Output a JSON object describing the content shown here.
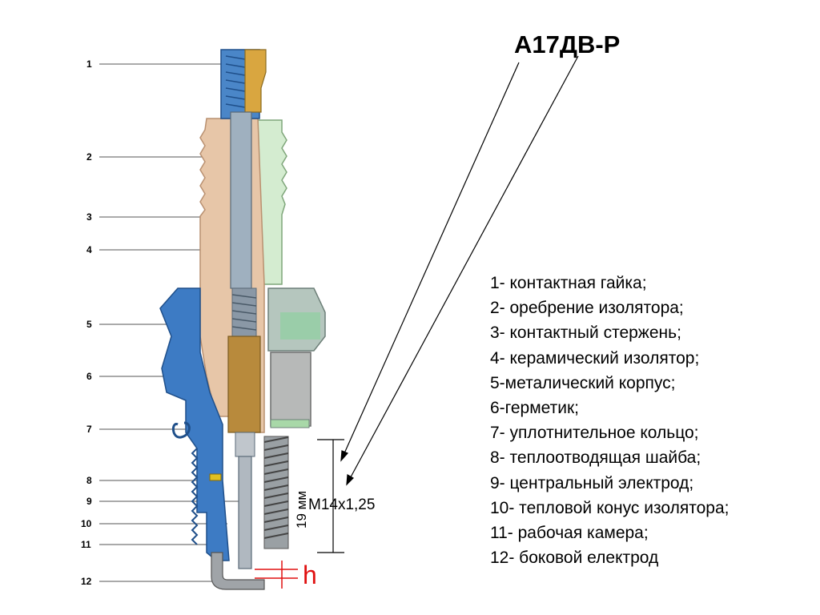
{
  "title": "А17ДВ-Р",
  "part_numbers": [
    "1",
    "2",
    "3",
    "4",
    "5",
    "6",
    "7",
    "8",
    "9",
    "10",
    "11",
    "12"
  ],
  "legend": [
    "1- контактная гайка;",
    "2- оребрение изолятора;",
    "3- контактный стержень;",
    "4- керамический изолятор;",
    "5-металический корпус;",
    "6-герметик;",
    "7- уплотнительное кольцо;",
    "8- теплоотводящая шайба;",
    "9- центральный электрод;",
    "10- тепловой конус изолятора;",
    "11- рабочая камера;",
    "12- боковой електрод"
  ],
  "dimensions": {
    "gap": "h",
    "thread": "M14x1,25",
    "length": "19 мм"
  },
  "colors": {
    "insulator": "#e6c3a6",
    "body": "#3d7bc4",
    "nut": "#4a86c8",
    "rod": "#9fb0bf",
    "sealant": "#b88a3c",
    "green": "#c8e6c6",
    "accent_red": "#e01010"
  }
}
